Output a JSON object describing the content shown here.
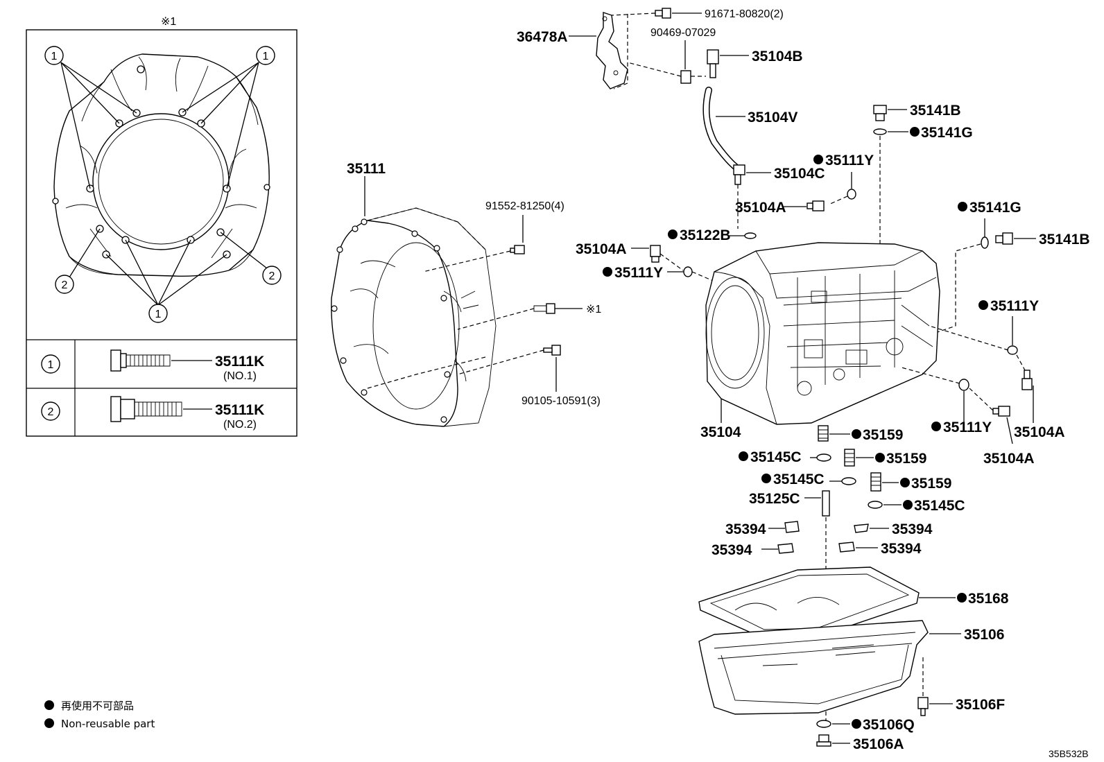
{
  "note_ref": "※1",
  "note_ref_inline": "※1",
  "callouts": {
    "one": "1",
    "two": "2"
  },
  "bolt_table": [
    {
      "ref": "1",
      "part": "35111K",
      "sub": "(NO.1)"
    },
    {
      "ref": "2",
      "part": "35111K",
      "sub": "(NO.2)"
    }
  ],
  "parts": {
    "p91671": "91671-80820(2)",
    "p36478A": "36478A",
    "p90469": "90469-07029",
    "p35104B": "35104B",
    "p35104V": "35104V",
    "p35141B_top": "35141B",
    "p35141G_top": "35141G",
    "p35111": "35111",
    "p35104C": "35104C",
    "p35111Y_top": "35111Y",
    "p91552": "91552-81250(4)",
    "p35104A_1": "35104A",
    "p35141G_r": "35141G",
    "p35141B_r": "35141B",
    "p35122B": "35122B",
    "p35104A_2": "35104A",
    "p35111Y_2": "35111Y",
    "p35111Y_r": "35111Y",
    "p90105": "90105-10591(3)",
    "p35104": "35104",
    "p35111Y_b": "35111Y",
    "p35104A_3": "35104A",
    "p35104A_4": "35104A",
    "p35159_1": "35159",
    "p35145C_1": "35145C",
    "p35159_2": "35159",
    "p35145C_2": "35145C",
    "p35159_3": "35159",
    "p35125C": "35125C",
    "p35145C_3": "35145C",
    "p35394_1": "35394",
    "p35394_2": "35394",
    "p35394_3": "35394",
    "p35394_4": "35394",
    "p35168": "35168",
    "p35106": "35106",
    "p35106F": "35106F",
    "p35106Q": "35106Q",
    "p35106A": "35106A"
  },
  "legend": {
    "jp": "再使用不可部品",
    "en": "Non-reusable part"
  },
  "diagram_code": "35B532B"
}
